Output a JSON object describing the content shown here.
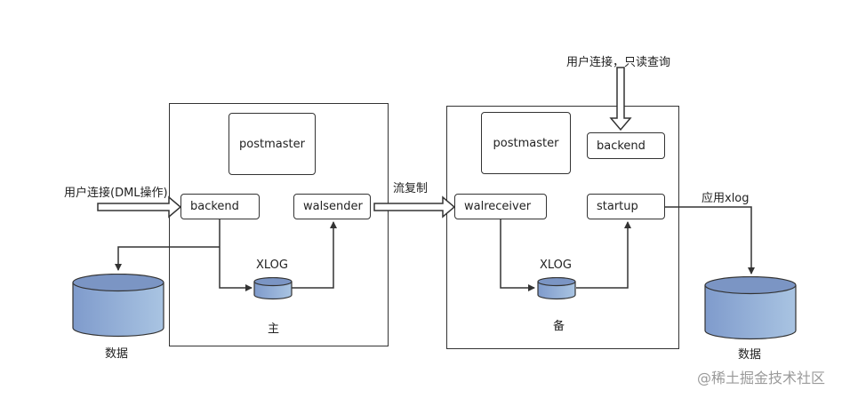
{
  "primary": {
    "label": "主",
    "postmaster": "postmaster",
    "backend": "backend",
    "walsender": "walsender",
    "xlog": "XLOG"
  },
  "standby": {
    "label": "备",
    "postmaster": "postmaster",
    "backend": "backend",
    "walreceiver": "walreceiver",
    "startup": "startup",
    "xlog": "XLOG"
  },
  "labels": {
    "user_connection_dml": "用户连接(DML操作)",
    "user_connection_readonly": "用户连接，只读查询",
    "streaming_replication": "流复制",
    "apply_xlog": "应用xlog",
    "data_left": "数据",
    "data_right": "数据"
  },
  "watermark": "@稀土掘金技术社区",
  "colors": {
    "line": "#333333",
    "db_top": "#7b95c4",
    "db_body_start": "#7f9bcc",
    "db_body_end": "#a9c4e2",
    "watermark": "#9a9a9a"
  }
}
